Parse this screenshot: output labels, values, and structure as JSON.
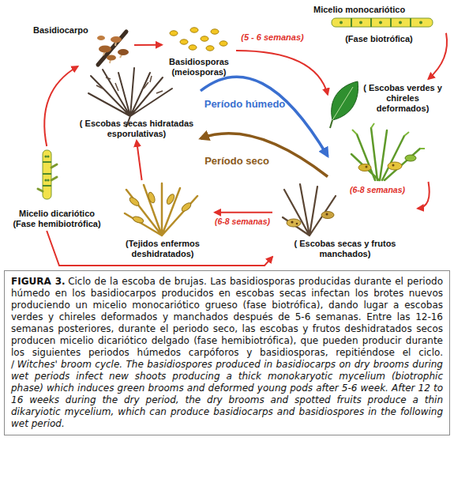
{
  "diagram": {
    "nodes": [
      {
        "text": [
          "Basidiocarpo"
        ]
      },
      {
        "text": [
          "Basidiosporas (meiosporas)"
        ]
      },
      {
        "text": [
          "Micelio monocariótico",
          "(Fase biotrófica)"
        ]
      },
      {
        "text": [
          "( Escobas verdes y chireles deformados)"
        ]
      },
      {
        "text": [
          "( Escobas secas y frutos manchados)"
        ]
      },
      {
        "text": [
          "(Tejidos enfermos deshidratados)"
        ]
      },
      {
        "text": [
          "Micelio dicariótico",
          "(Fase hemibiotrófica)"
        ]
      },
      {
        "text": [
          "( Escobas secas hidratadas esporulativas)"
        ]
      },
      {
        "text": [
          "FIGURA 3.",
          "Ciclo de la escoba de brujas. Las basidiosporas producidas durante el periodo húmedo en los basidiocarpos producidos en escobas secas infectan los brotes nuevos produciendo un micelio monocariótico grueso (fase biotrófica), dando lugar a escobas verdes y chireles deformados y manchados después de 5-6 semanas. Entre las 12-16 semanas posteriores, durante el periodo seco, las escobas y frutos deshidratados secos producen micelio dicariótico delgado (fase hemibiotrófica), que pueden producir durante los siguientes periodos húmedos carpóforos y basidiosporas, repitiéndose el ciclo. /",
          "Witches' broom cycle. The basidiospores produced in basidiocarps on dry brooms during wet periods infect new shoots producing a thick monokaryotic mycelium (biotrophic phase) which induces green brooms and deformed young pods after 5-6 week. After 12 to 16 weeks during the dry period, the dry brooms and spotted fruits produce a thin dikaryiotic mycelium, which can produce basidiocarps and basidiospores in the following wet period."
        ]
      }
    ],
    "edges": [
      {
        "from": 0,
        "to": 1,
        "arrow": "to"
      },
      {
        "from": 1,
        "to": 3,
        "arrow": "to",
        "label": "(5 - 6 semanas)"
      },
      {
        "from": 2,
        "to": 3,
        "arrow": "to"
      },
      {
        "from": 7,
        "to": 3,
        "arrow": "to",
        "label": "Período húmedo"
      },
      {
        "from": 3,
        "to": 7,
        "arrow": "to",
        "label": "Período seco"
      },
      {
        "from": 3,
        "to": 4,
        "arrow": "to",
        "label": "(6-8 semanas)"
      },
      {
        "from": 4,
        "to": 5,
        "arrow": "to",
        "label": "(6-8 semanas)"
      },
      {
        "from": 5,
        "to": 7,
        "arrow": "to"
      },
      {
        "from": 6,
        "to": 0,
        "arrow": "to"
      },
      {
        "from": 6,
        "to": 4,
        "arrow": "to"
      }
    ]
  }
}
